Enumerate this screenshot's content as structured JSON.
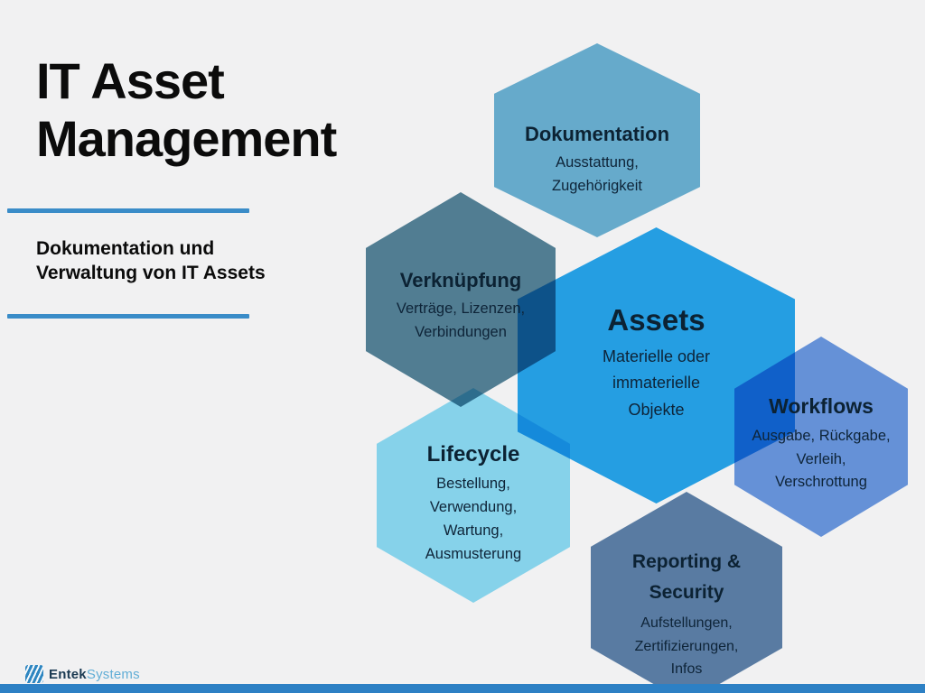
{
  "header": {
    "title_line1": "IT Asset",
    "title_line2": "Management",
    "subtitle_line1": "Dokumentation und",
    "subtitle_line2": "Verwaltung von IT Assets"
  },
  "hexagons": {
    "dokumentation": {
      "title": "Dokumentation",
      "lines": [
        "Ausstattung,",
        "Zugehörigkeit"
      ],
      "color": "#6cb4d6"
    },
    "verknuepfung": {
      "title": "Verknüpfung",
      "lines": [
        "Verträge, Lizenzen,",
        "Verbindungen"
      ],
      "color": "#55849a"
    },
    "assets": {
      "title": "Assets",
      "lines": [
        "Materielle oder",
        "immaterielle",
        "Objekte"
      ],
      "color": "#27a7ef"
    },
    "workflows": {
      "title": "Workflows",
      "lines": [
        "Ausgabe, Rückgabe,",
        "Verleih,",
        "Verschrottung"
      ],
      "color": "#6b9ae3"
    },
    "lifecycle": {
      "title": "Lifecycle",
      "lines": [
        "Bestellung,",
        "Verwendung,",
        "Wartung,",
        "Ausmusterung"
      ],
      "color": "#8edff7"
    },
    "reporting": {
      "title": "Reporting & Security",
      "lines": [
        "Aufstellungen,",
        "Zertifizierungen,",
        "Infos"
      ],
      "color": "#5e82ab"
    }
  },
  "footer": {
    "logo_bold": "Entek",
    "logo_light": "Systems"
  },
  "colors": {
    "background": "#f1f1f2",
    "accent_line": "#3a8cc8",
    "bottom_bar": "#2d80c4",
    "text_dark": "#0e2438",
    "title_text": "#0b0b0b"
  }
}
